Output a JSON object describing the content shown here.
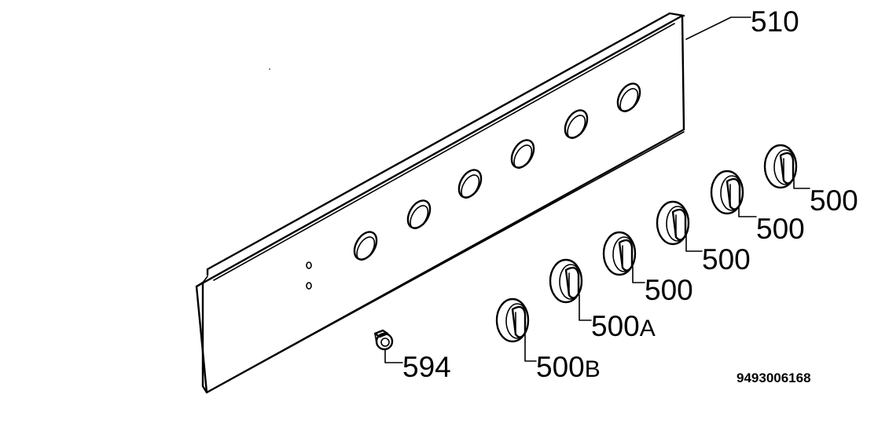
{
  "diagram": {
    "panel_label": "510",
    "connector_label": "594",
    "knob_labels": [
      {
        "num": "500",
        "suffix": ""
      },
      {
        "num": "500",
        "suffix": ""
      },
      {
        "num": "500",
        "suffix": ""
      },
      {
        "num": "500",
        "suffix": ""
      },
      {
        "num": "500",
        "suffix": "A"
      },
      {
        "num": "500",
        "suffix": "B"
      }
    ],
    "document_number": "9493006168"
  }
}
